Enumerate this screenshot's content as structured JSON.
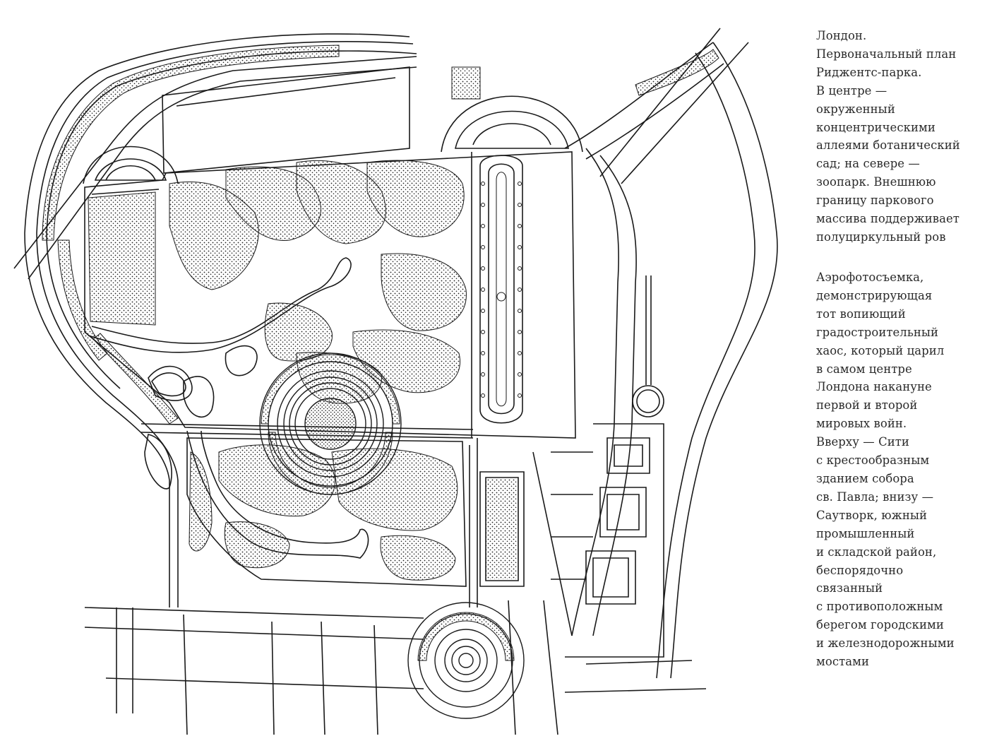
{
  "caption_top": [
    "Лондон.",
    "Первоначальный план",
    "Риджентс-парка.",
    "В центре —",
    "окруженный",
    "концентрическими",
    "аллеями ботанический",
    "сад; на севере —",
    "зоопарк. Внешнюю",
    "границу паркового",
    "массива поддерживает",
    "полуциркульный ров"
  ],
  "caption_bottom": [
    "Аэрофотосъемка,",
    "демонстрирующая",
    "тот вопиющий",
    "градостроительный",
    "хаос, который царил",
    "в самом центре",
    "Лондона накануне",
    "первой и второй",
    "мировых войн.",
    "Вверху — Сити",
    "с крестообразным",
    "зданием собора",
    "св. Павла; внизу —",
    "Саутворк, южный",
    "промышленный",
    "и складской район,",
    "беспорядочно",
    "связанный",
    "с противоположным",
    "берегом городскими",
    "и железнодорожными",
    "мостами"
  ],
  "colors": {
    "ink": "#1a1a1a",
    "paper": "#ffffff",
    "text": "#2a2a2a"
  }
}
